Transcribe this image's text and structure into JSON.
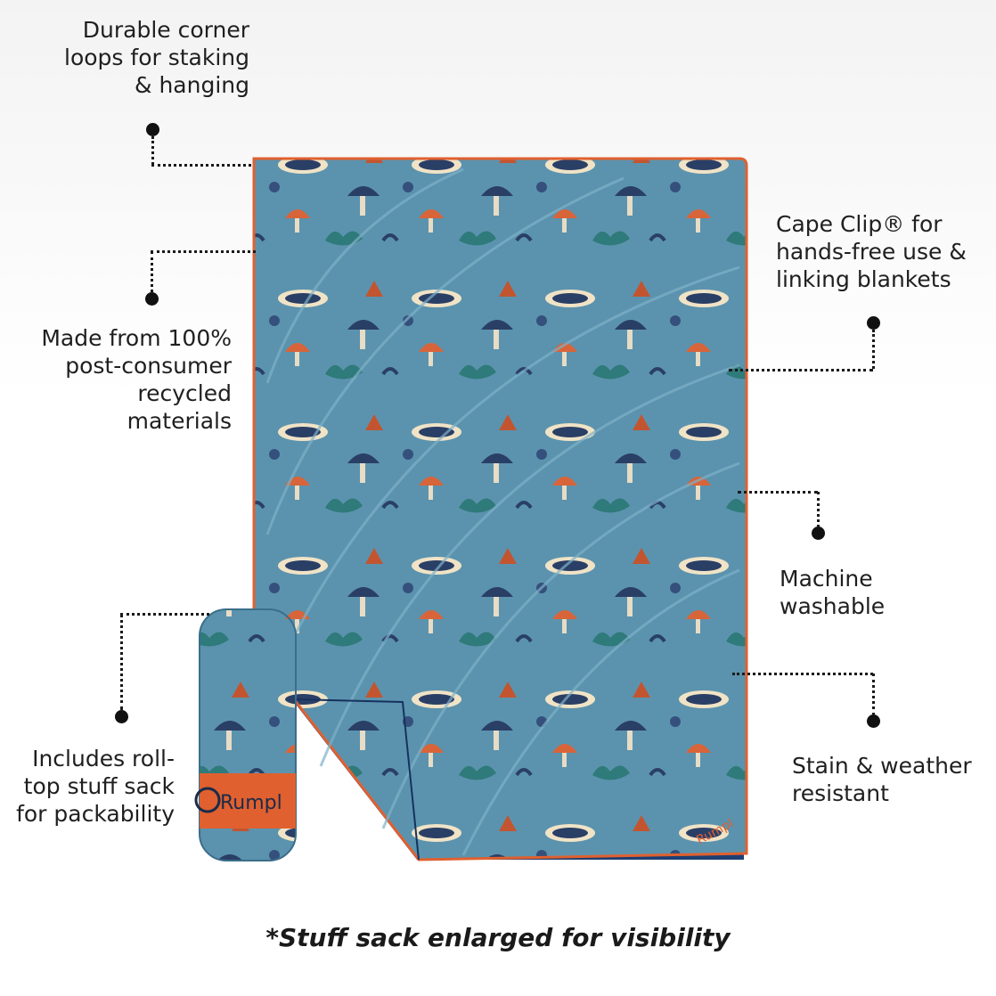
{
  "callouts": {
    "corner_loops": [
      "Durable corner",
      "loops for staking",
      "& hanging"
    ],
    "cape_clip": [
      "Cape Clip® for",
      "hands-free use &",
      "linking blankets"
    ],
    "recycled": [
      "Made from 100%",
      "post-consumer",
      "recycled",
      "materials"
    ],
    "washable": [
      "Machine",
      "washable"
    ],
    "stuff_sack": [
      "Includes roll-",
      "top stuff sack",
      "for packability"
    ],
    "weather": [
      "Stain & weather",
      "resistant"
    ]
  },
  "product": {
    "brand_logo": "Rumpl",
    "corner_logo": "Rumpl"
  },
  "footnote": "*Stuff sack enlarged for visibility",
  "colors": {
    "blanket_blue": "#5b93ae",
    "blanket_dark": "#2a3f66",
    "trim_orange": "#e0602f",
    "underside_navy": "#1d3f74"
  }
}
